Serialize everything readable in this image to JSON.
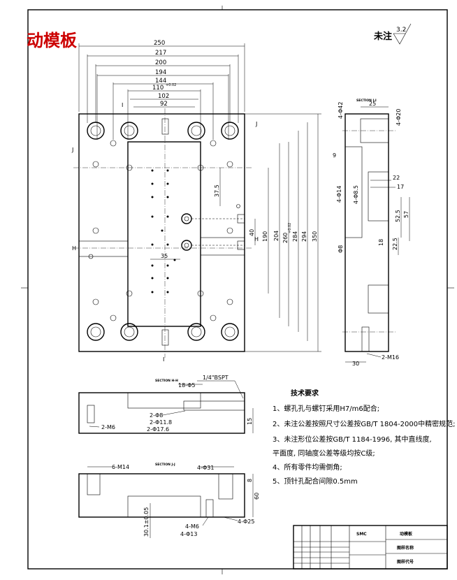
{
  "title": "动模板",
  "roughness": {
    "label": "未注",
    "value": "3.2"
  },
  "plan": {
    "horizontal_dims": [
      "250",
      "217",
      "200",
      "194",
      "144",
      "110",
      "102",
      "92"
    ],
    "horizontal_tol": "+0.02",
    "vertical_dims": [
      "37.5",
      "40",
      "190",
      "204",
      "260",
      "284",
      "294",
      "350"
    ],
    "vertical_tol": "+0.02",
    "inner_dim": "35",
    "section_marks": [
      "I",
      "I",
      "J",
      "J",
      "H",
      "H"
    ]
  },
  "section_ii": {
    "label": "SECTION I-I",
    "top_dim": "25",
    "left_dims": [
      "4-Φ42",
      "4-Φ14",
      "4-Φ8.5",
      "Φ8"
    ],
    "hole_right": "4-Φ20",
    "dims": [
      "9",
      "22",
      "17",
      "52.5",
      "57",
      "18",
      "22.5"
    ],
    "bottom_dims": [
      "30",
      "2-M16"
    ]
  },
  "section_hh": {
    "label": "SECTION H-H",
    "callouts": [
      "18-Φ5",
      "1/4\"BSPT",
      "2-Φ8",
      "2-Φ11.8",
      "2-Φ17.6",
      "2-M6"
    ],
    "side_dim": "15"
  },
  "section_jj": {
    "label": "SECTION J-J",
    "callouts": [
      "6-M14",
      "4-Φ31",
      "4-Φ25",
      "4-M6",
      "4-Φ13"
    ],
    "side_dims": [
      "8",
      "60"
    ],
    "bottom_dim": "30.1±0.05"
  },
  "requirements": {
    "heading": "技术要求",
    "items": [
      "1、螺孔孔与螺钉采用H7/m6配合;",
      "2、未注公差按照尺寸公差按GB/T 1804-2000中精密规范;",
      "3、未注形位公差按GB/T 1184-1996, 其中直线度,",
      "平面度, 同轴度公差等级均按C级;",
      "4、所有零件均需倒角;",
      "5、顶针孔配合间隙0.5mm"
    ]
  },
  "title_block": {
    "org": "SMC",
    "part_name": "动模板",
    "label_name": "图样名称",
    "label_code": "图样代号"
  }
}
